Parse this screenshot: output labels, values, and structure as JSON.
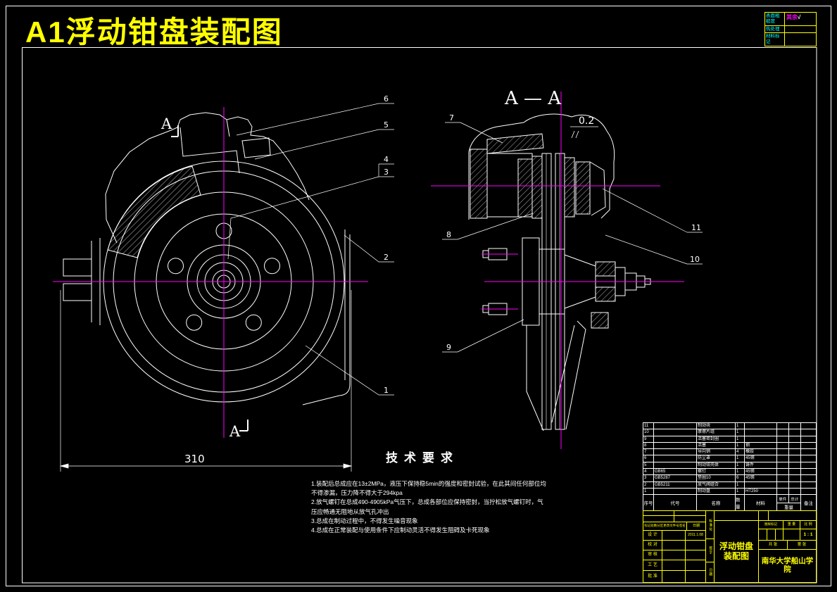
{
  "sheet": {
    "title": "A1浮动钳盘装配图"
  },
  "colors": {
    "background": "#000000",
    "line": "#ffffff",
    "accent_yellow": "#ffff00",
    "centerline_magenta": "#ff00ff",
    "label_cyan": "#00ffff"
  },
  "finish_table": {
    "rows": [
      {
        "label": "表面粗糙度",
        "value": "其余",
        "mark": "√"
      },
      {
        "label": "热处理",
        "value": "",
        "mark": ""
      },
      {
        "label": "材料标记",
        "value": "",
        "mark": ""
      }
    ]
  },
  "front_view": {
    "section_mark": "A",
    "dim_width": "310",
    "balloons": {
      "b1": "1",
      "b2": "2",
      "b3": "3",
      "b4": "4",
      "b5": "5",
      "b6": "6"
    }
  },
  "section_view": {
    "title": "A — A",
    "runout": "0.2",
    "balloons": {
      "b7": "7",
      "b8": "8",
      "b9": "9",
      "b10": "10",
      "b11": "11"
    }
  },
  "tech": {
    "title": "技术要求",
    "items": [
      "1.装配后总成应在13±2MPa，液压下保持稳5min的强度和密封试验，在此其间任何部位均不得渗漏，压力降不得大于294kpa",
      "2.放气螺钉在总成490-4905kPa气压下，总成各部位应保持密封，当拧松放气螺钉时，气压应畅通无阻地从放气孔冲出",
      "3.总成在制动过程中，不得发生噪音现象",
      "4.总成在正常装配与使用条件下应制动灵活不得发生阻碍及卡死现象"
    ]
  },
  "bom": {
    "headers": {
      "no": "序号",
      "code": "代号",
      "name": "名称",
      "qty": "数量",
      "material": "材料",
      "weight_unit": "单件",
      "weight_total": "总计",
      "weight": "重量",
      "remark": "备注"
    },
    "rows": [
      {
        "no": "11",
        "code": "",
        "name": "制动块",
        "qty": "1",
        "material": ""
      },
      {
        "no": "10",
        "code": "",
        "name": "摩擦片组",
        "qty": "1",
        "material": ""
      },
      {
        "no": "9",
        "code": "",
        "name": "活塞密封圈",
        "qty": "1",
        "material": ""
      },
      {
        "no": "8",
        "code": "",
        "name": "活塞",
        "qty": "1",
        "material": "钢"
      },
      {
        "no": "7",
        "code": "",
        "name": "导向销",
        "qty": "4",
        "material": "橡胶"
      },
      {
        "no": "6",
        "code": "",
        "name": "防尘罩",
        "qty": "1",
        "material": "45钢"
      },
      {
        "no": "5",
        "code": "",
        "name": "制动钳壳体",
        "qty": "1",
        "material": "铸件"
      },
      {
        "no": "4",
        "code": "GB65",
        "name": "螺钉",
        "qty": "1",
        "material": "45钢"
      },
      {
        "no": "3",
        "code": "GB5287",
        "name": "垫圈10",
        "qty": "6",
        "material": "45钢"
      },
      {
        "no": "2",
        "code": "GB5211",
        "name": "放气阀组合",
        "qty": "1",
        "material": ""
      },
      {
        "no": "1",
        "code": "",
        "name": "制动盘",
        "qty": "1",
        "material": "HT250"
      }
    ]
  },
  "title_block": {
    "revision_header": "标记处数分区更改文件号签名",
    "date_header": "日期",
    "roles": [
      "设 计",
      "校 对",
      "审 核",
      "工 艺",
      "批 准"
    ],
    "design_date": "2011.1.08",
    "vertical_labels": [
      "标准化",
      "签字",
      "日期"
    ],
    "drawing_name": "浮动钳盘装配图",
    "school": "南华大学船山学院",
    "mark_header": "图样标记",
    "weight_header": "重 量",
    "scale_header": "比 例",
    "scale_value": "1 : 1",
    "sheet_total": "共 张",
    "sheet_no": "第 张"
  }
}
